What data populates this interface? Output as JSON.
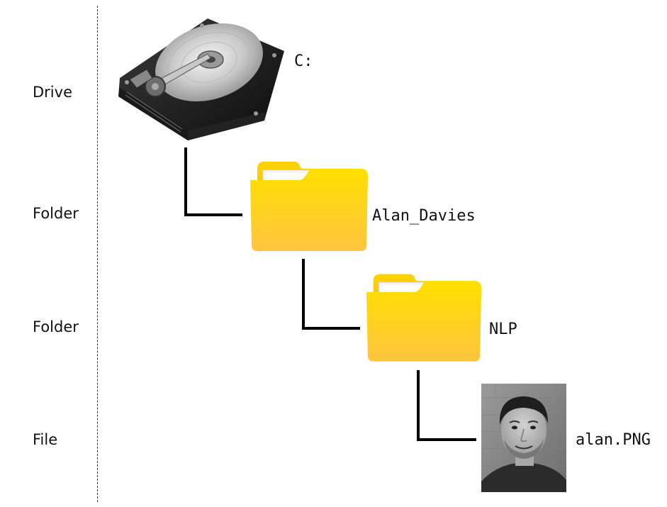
{
  "levels": [
    {
      "label": "Drive"
    },
    {
      "label": "Folder"
    },
    {
      "label": "Folder"
    },
    {
      "label": "File"
    }
  ],
  "nodes": [
    {
      "name": "C:",
      "icon": "hard-drive-icon"
    },
    {
      "name": "Alan_Davies",
      "icon": "folder-icon"
    },
    {
      "name": "NLP",
      "icon": "folder-icon"
    },
    {
      "name": "alan.PNG",
      "icon": "portrait-photo"
    }
  ],
  "colors": {
    "connector": "#000000",
    "folder_top": "#FFE000",
    "folder_bottom": "#FFC440"
  }
}
